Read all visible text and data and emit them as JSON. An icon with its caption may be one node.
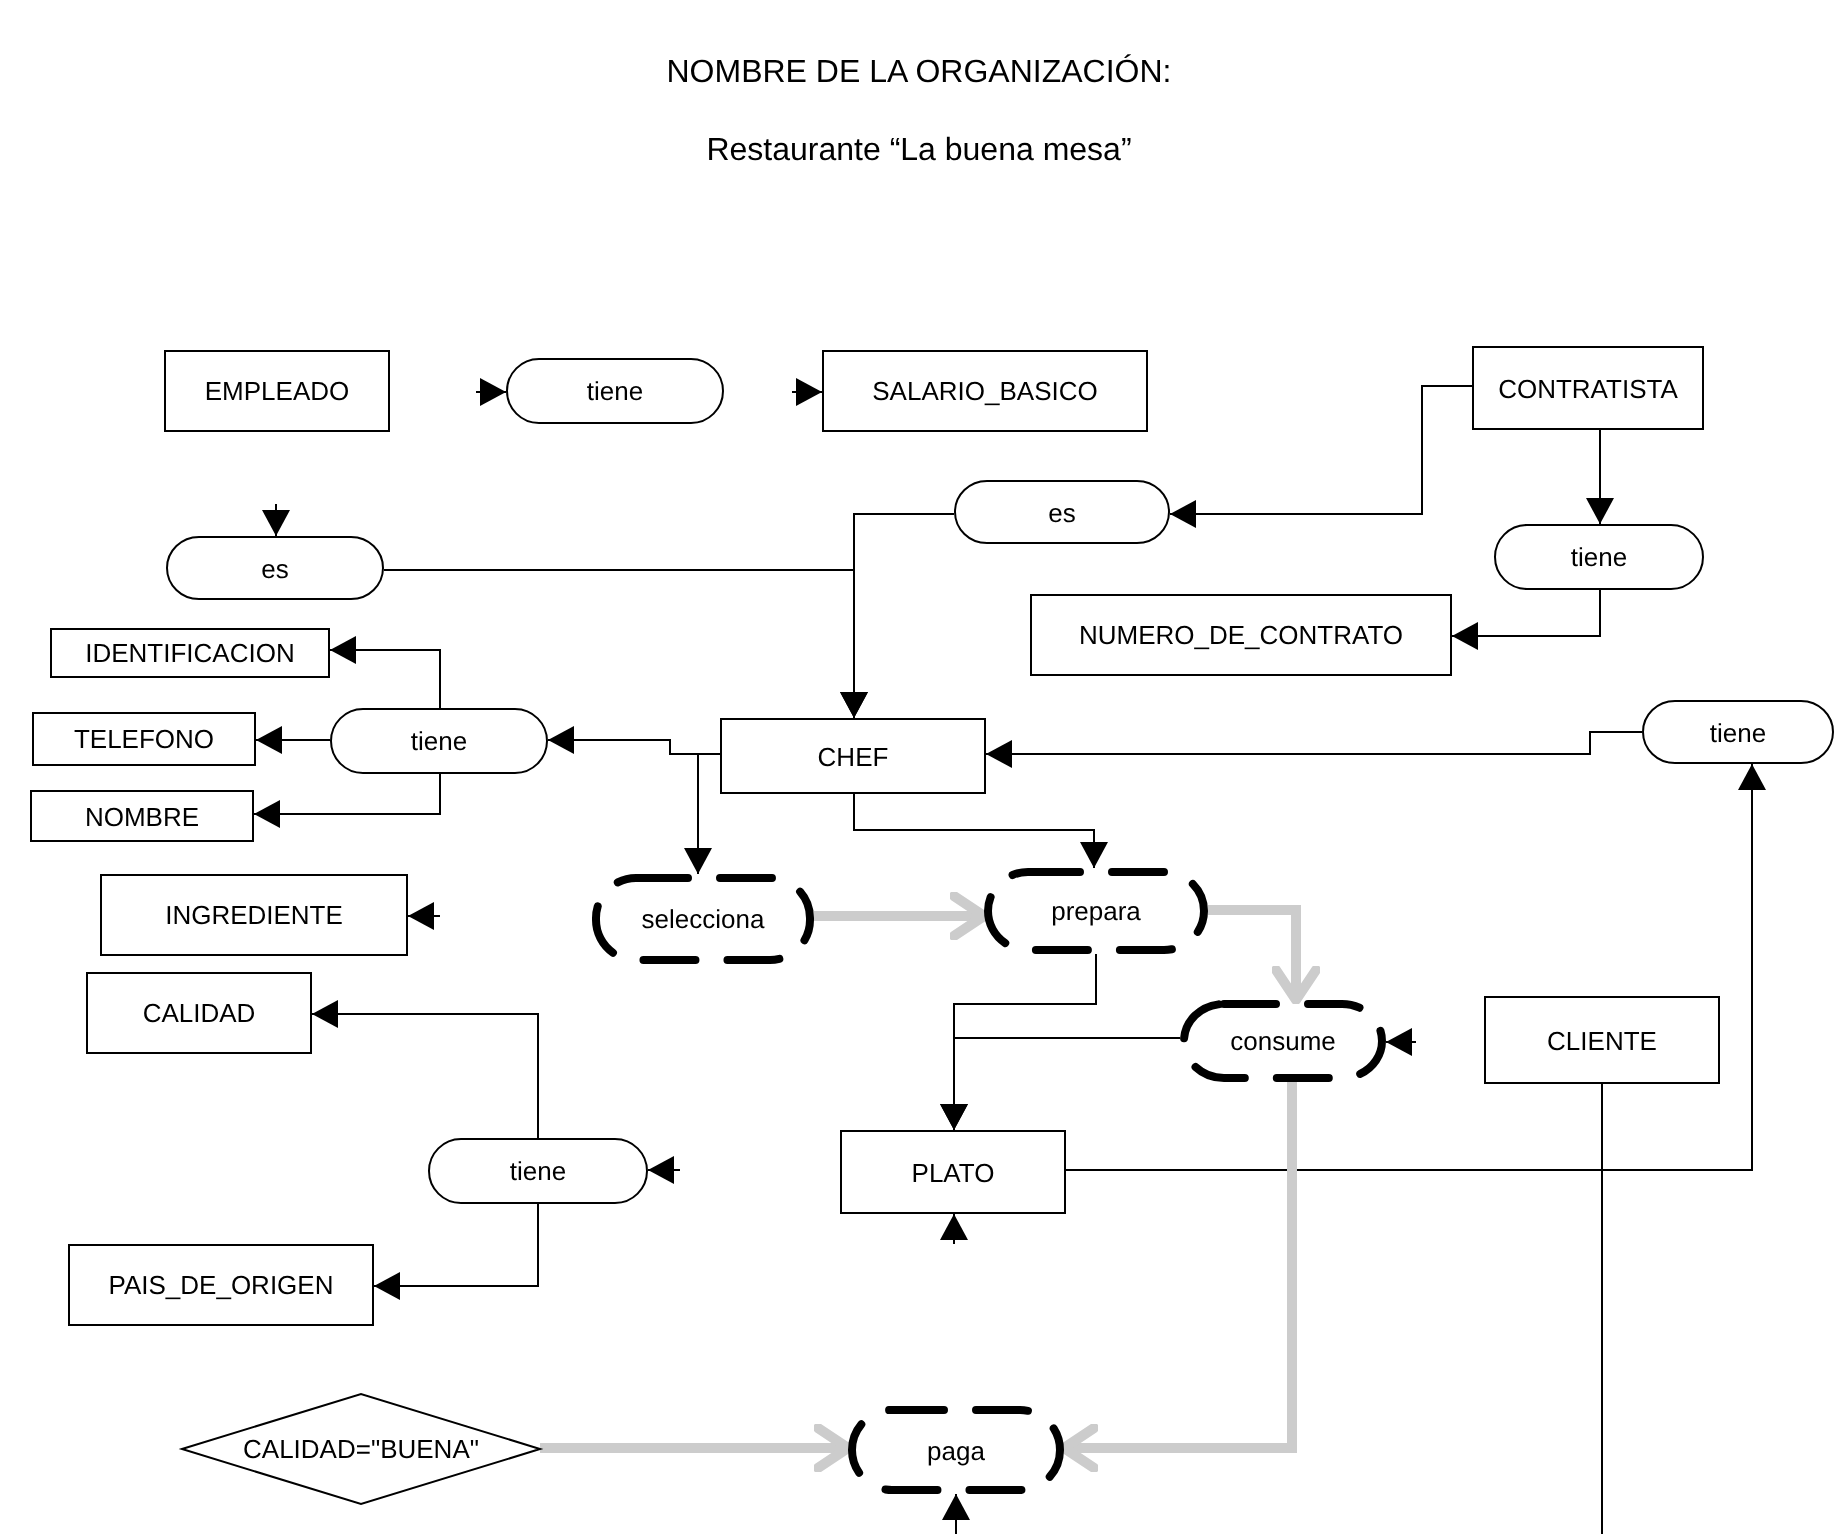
{
  "diagram": {
    "title": "NOMBRE DE LA ORGANIZACIÓN:",
    "nodes": [
      {
        "text": [
          "EMPLEADO"
        ]
      },
      {
        "text": [
          "tiene"
        ]
      },
      {
        "text": [
          "SALARIO_BASICO"
        ]
      },
      {
        "text": [
          "CONTRATISTA"
        ]
      },
      {
        "text": [
          "es"
        ]
      },
      {
        "text": [
          "tiene"
        ]
      },
      {
        "text": [
          "es"
        ]
      },
      {
        "text": [
          "NUMERO_DE_CONTRATO"
        ]
      },
      {
        "text": [
          "IDENTIFICACION"
        ]
      },
      {
        "text": [
          "TELEFONO"
        ]
      },
      {
        "text": [
          "tiene"
        ]
      },
      {
        "text": [
          "NOMBRE"
        ]
      },
      {
        "text": [
          "CHEF"
        ]
      },
      {
        "text": [
          "tiene"
        ]
      },
      {
        "text": [
          "INGREDIENTE"
        ]
      },
      {
        "text": [
          "selecciona"
        ]
      },
      {
        "text": [
          "prepara"
        ]
      },
      {
        "text": [
          "CALIDAD"
        ]
      },
      {
        "text": [
          "consume"
        ]
      },
      {
        "text": [
          "CLIENTE"
        ]
      },
      {
        "text": [
          "tiene"
        ]
      },
      {
        "text": [
          "PLATO"
        ]
      },
      {
        "text": [
          "PAIS_DE_ORIGEN"
        ]
      },
      {
        "text": [
          "CALIDAD=\"BUENA\""
        ]
      },
      {
        "text": [
          "paga"
        ]
      }
    ],
    "edges": [
      {
        "from": null,
        "to": 1,
        "arrow": "to"
      },
      {
        "from": null,
        "to": 2,
        "arrow": "to"
      },
      {
        "from": null,
        "to": 6,
        "arrow": "to"
      },
      {
        "from": 3,
        "to": 4,
        "arrow": "to"
      },
      {
        "from": 4,
        "to": 12,
        "arrow": "to"
      },
      {
        "from": 6,
        "to": 12,
        "arrow": "to"
      },
      {
        "from": 3,
        "to": 5,
        "arrow": "to"
      },
      {
        "from": 5,
        "to": 7,
        "arrow": "to"
      },
      {
        "from": 12,
        "to": 10,
        "arrow": "to"
      },
      {
        "from": 10,
        "to": 8,
        "arrow": "to"
      },
      {
        "from": 10,
        "to": 9,
        "arrow": "to"
      },
      {
        "from": 10,
        "to": 11,
        "arrow": "to"
      },
      {
        "from": 12,
        "to": 15,
        "arrow": "to"
      },
      {
        "from": 12,
        "to": 16,
        "arrow": "to"
      },
      {
        "from": 13,
        "to": 12,
        "arrow": "to"
      },
      {
        "from": 21,
        "to": 13,
        "arrow": "to"
      },
      {
        "from": 15,
        "to": 16,
        "arrow": "to",
        "style": "thick",
        "color": "#cccccc"
      },
      {
        "from": 16,
        "to": 18,
        "arrow": "to",
        "style": "thick",
        "color": "#cccccc"
      },
      {
        "from": 16,
        "to": 21,
        "arrow": "to"
      },
      {
        "from": 18,
        "to": 21,
        "arrow": "to"
      },
      {
        "from": 18,
        "to": 24,
        "arrow": "to",
        "style": "thick",
        "color": "#cccccc"
      },
      {
        "from": 23,
        "to": 24,
        "arrow": "to",
        "style": "thick",
        "color": "#cccccc"
      },
      {
        "from": 20,
        "to": 17,
        "arrow": "to"
      },
      {
        "from": 20,
        "to": 22,
        "arrow": "to"
      },
      {
        "from": null,
        "to": 14,
        "arrow": "to"
      },
      {
        "from": null,
        "to": 20,
        "arrow": "to"
      },
      {
        "from": null,
        "to": 18,
        "arrow": "to"
      },
      {
        "from": null,
        "to": 21,
        "arrow": "to"
      },
      {
        "from": null,
        "to": 24,
        "arrow": "to"
      },
      {
        "from": 19,
        "to": null,
        "arrow": "none"
      }
    ],
    "labels": [
      "Restaurante “La buena mesa”"
    ]
  }
}
